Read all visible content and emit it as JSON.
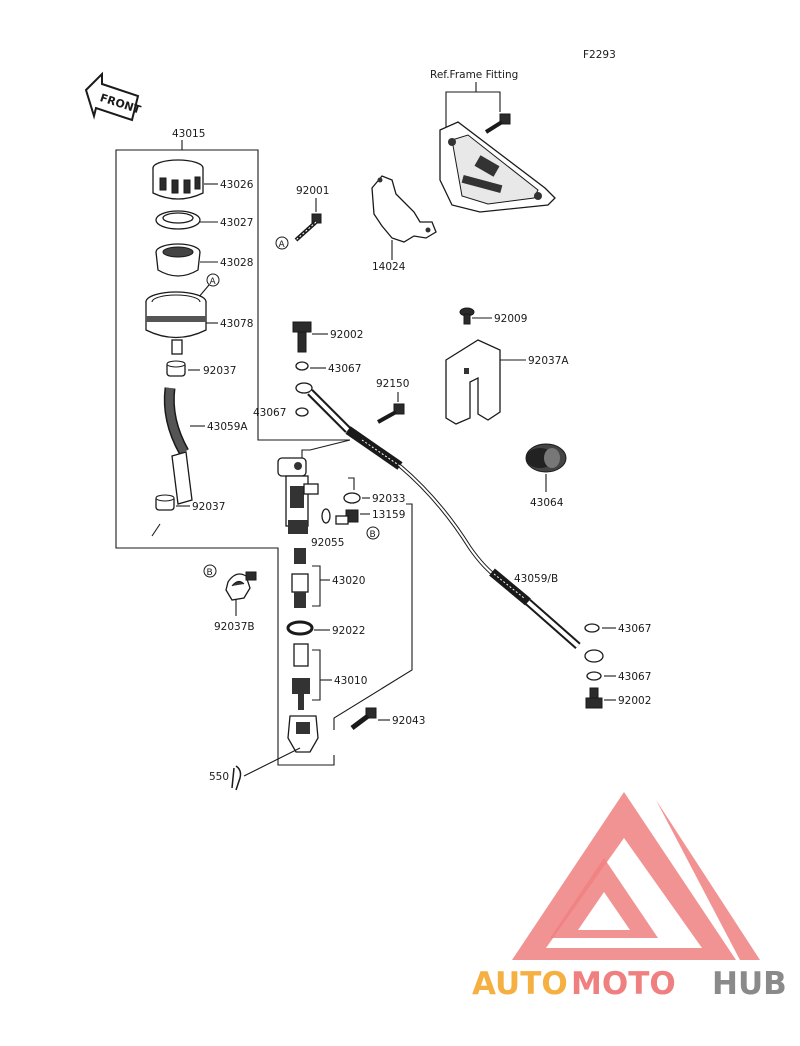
{
  "figure_code": "F2293",
  "front_label": "FRONT",
  "ref_frame_label": "Ref.Frame Fitting",
  "markers": {
    "a": "A",
    "b": "B"
  },
  "parts": {
    "p43015": "43015",
    "p43026": "43026",
    "p43027": "43027",
    "p43028": "43028",
    "p43078": "43078",
    "p92037_top": "92037",
    "p43059a": "43059A",
    "p92037_bottom": "92037",
    "p92001": "92001",
    "p14024": "14024",
    "p92009": "92009",
    "p92037a": "92037A",
    "p43064": "43064",
    "p92002_top": "92002",
    "p43067_a": "43067",
    "p43067_b": "43067",
    "p92150": "92150",
    "p92033": "92033",
    "p13159": "13159",
    "p92055": "92055",
    "p43059b": "43059/B",
    "p43067_c": "43067",
    "p43067_d": "43067",
    "p92002_bottom": "92002",
    "p92037b": "92037B",
    "p43020": "43020",
    "p92022": "92022",
    "p43010": "43010",
    "p92043": "92043",
    "p550": "550"
  },
  "watermark": {
    "part1": "AUTO",
    "part2": "MOTO",
    "part3": "HUB"
  },
  "colors": {
    "logo_red": "#f08080",
    "logo_orange": "#f5b041",
    "logo_grey": "#8a8a8a",
    "ink": "#1a1a1a"
  }
}
